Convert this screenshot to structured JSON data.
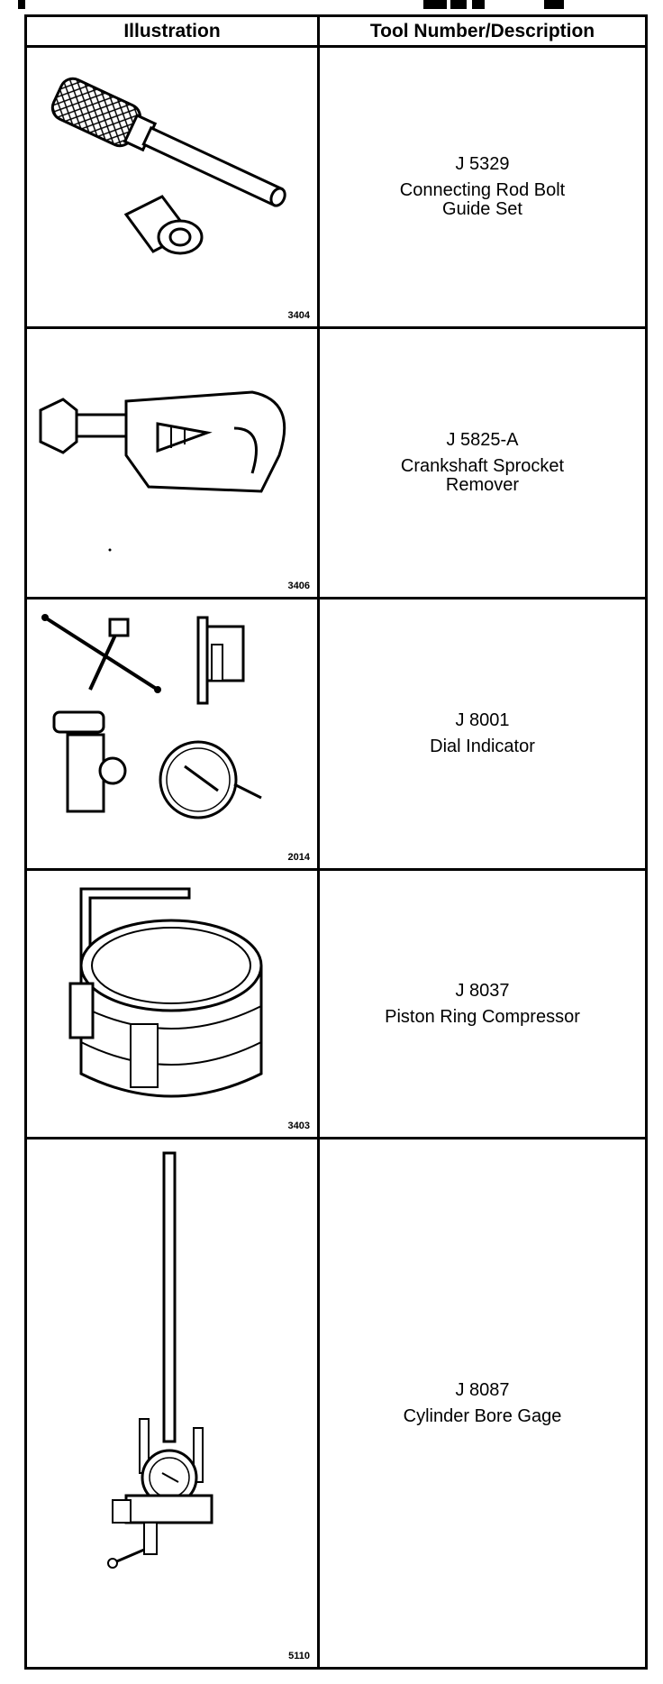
{
  "table": {
    "header": {
      "illustration": "Illustration",
      "tool": "Tool Number/Description"
    },
    "rows": [
      {
        "tool_number": "J 5329",
        "description": "Connecting Rod Bolt\nGuide Set",
        "figure_number": "3404",
        "icon": "rod-bolt-guide-icon"
      },
      {
        "tool_number": "J 5825-A",
        "description": "Crankshaft Sprocket\nRemover",
        "figure_number": "3406",
        "icon": "sprocket-remover-icon"
      },
      {
        "tool_number": "J 8001",
        "description": "Dial Indicator",
        "figure_number": "2014",
        "icon": "dial-indicator-icon"
      },
      {
        "tool_number": "J 8037",
        "description": "Piston Ring Compressor",
        "figure_number": "3403",
        "icon": "ring-compressor-icon"
      },
      {
        "tool_number": "J 8087",
        "description": "Cylinder Bore Gage",
        "figure_number": "5110",
        "icon": "bore-gage-icon"
      }
    ]
  }
}
